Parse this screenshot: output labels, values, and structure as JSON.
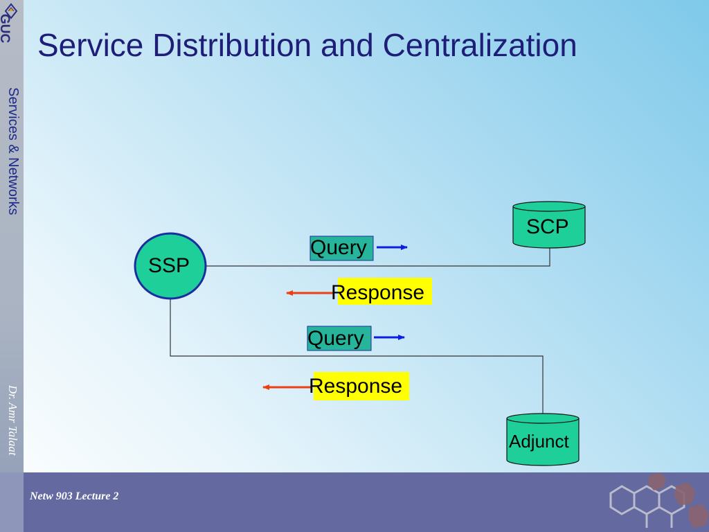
{
  "slide": {
    "title": "Service Distribution and Centralization",
    "side_course": "Services & Networks",
    "side_author": "Dr. Amr Talaat",
    "footer_text": "Netw 903 Lecture 2",
    "logo_text": "GUC"
  },
  "diagram": {
    "nodes": {
      "ssp": "SSP",
      "scp": "SCP",
      "adjunct": "Adjunct"
    },
    "messages": {
      "query_1": "Query",
      "response_1": "Response",
      "query_2": "Query",
      "response_2": "Response"
    },
    "colors": {
      "node_fill": "#1ecf9a",
      "node_stroke": "#1a2ea0",
      "query_highlight": "#26b59a",
      "response_highlight": "#ffff00",
      "query_arrow": "#0c1fe0",
      "response_arrow": "#ee3e12",
      "connector": "#333333"
    }
  }
}
